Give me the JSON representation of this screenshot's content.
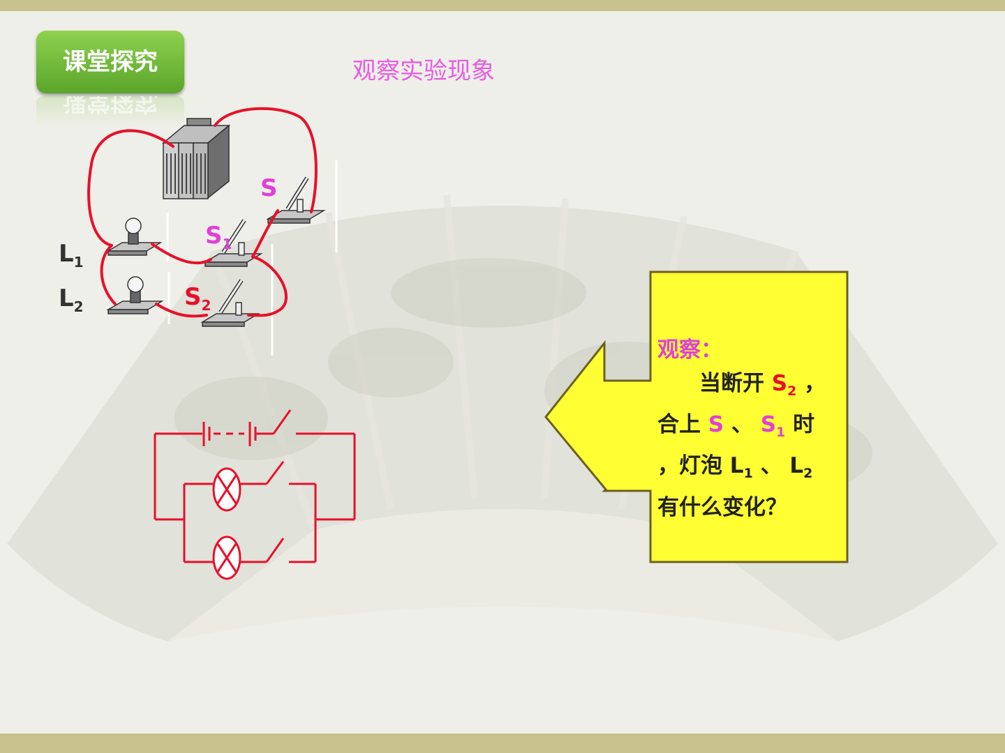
{
  "badge": {
    "label": "课堂探究"
  },
  "title": "观察实验现象",
  "labels": {
    "s": "S",
    "s1_base": "S",
    "s1_sub": "1",
    "s2_base": "S",
    "s2_sub": "2",
    "l1_base": "L",
    "l1_sub": "1",
    "l2_base": "L",
    "l2_sub": "2"
  },
  "callout": {
    "heading": "观察：",
    "when_open": "当断开",
    "s2_base": "S",
    "s2_sub": "2",
    "comma": "，",
    "close": "合上",
    "s_label": "S",
    "sep": "、",
    "s1_base": "S",
    "s1_sub": "1",
    "time": "时",
    "bulbs": "，灯泡",
    "l1_base": "L",
    "l1_sub": "1",
    "l2_base": "L",
    "l2_sub": "2",
    "question": "有什么变化？"
  },
  "colors": {
    "wire": "#e8102a",
    "pink": "#e040d8",
    "callout_fill": "#ffff33",
    "badge": "#6ab833"
  }
}
